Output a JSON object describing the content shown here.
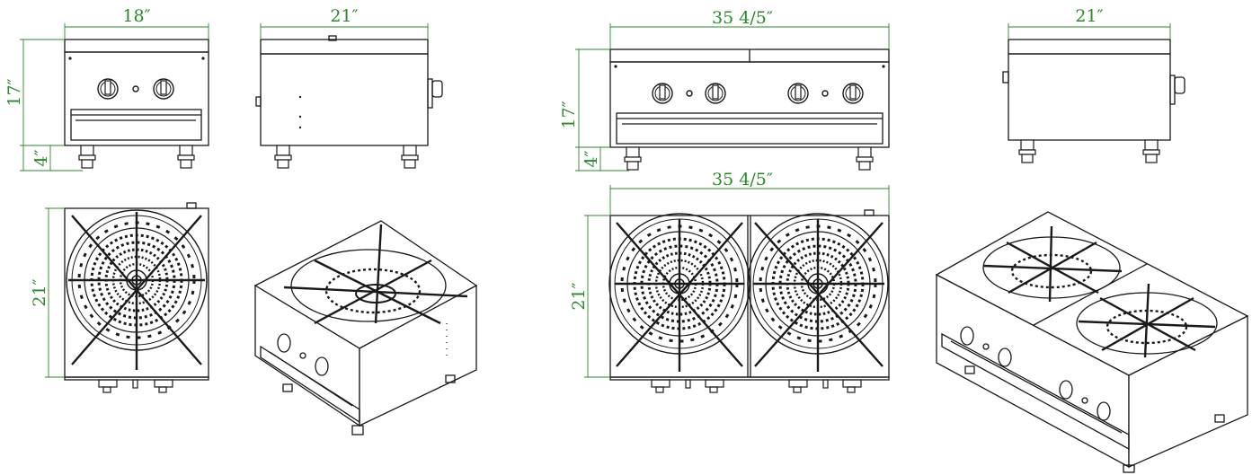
{
  "colors": {
    "line": "#1a1a1a",
    "dimension": "#2a8a2a",
    "background": "#ffffff"
  },
  "single_burner": {
    "front_view": {
      "width_label": "18″",
      "height_label": "17″",
      "leg_label": "4″"
    },
    "side_view": {
      "depth_label": "21″"
    },
    "top_view": {
      "depth_label": "21″"
    }
  },
  "double_burner": {
    "front_view": {
      "width_label": "35 4/5″",
      "height_label": "17″",
      "leg_label": "4″"
    },
    "side_view": {
      "depth_label": "21″"
    },
    "top_view": {
      "width_label": "35 4/5″",
      "depth_label": "21″"
    }
  }
}
